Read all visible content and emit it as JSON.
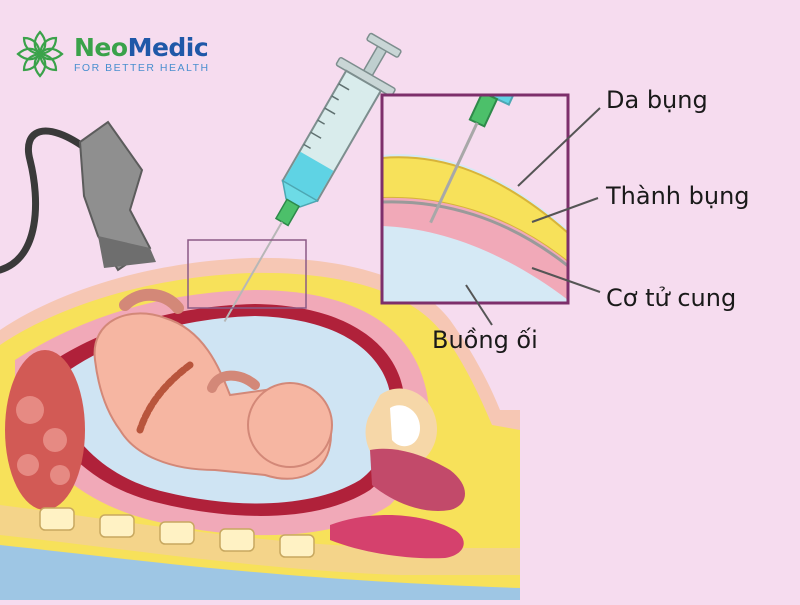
{
  "brand": {
    "name_part1": "Neo",
    "name_part2": "Medic",
    "tagline": "FOR BETTER HEALTH",
    "icon": "leaf-flower-icon",
    "color_primary": "#3aa24a",
    "color_secondary": "#1f58a8"
  },
  "labels": {
    "skin": "Da bụng",
    "abdominal_wall": "Thành bụng",
    "uterine_muscle": "Cơ tử cung",
    "amniotic_sac": "Buồng ối"
  },
  "colors": {
    "background": "#f6dcef",
    "skin_fat": "#f7e15a",
    "uterine_wall": "#f1a9b8",
    "amniotic_fluid": "#cfe4f3",
    "syringe_liquid": "#5fd3e4",
    "zoom_frame": "#7d2f6b"
  }
}
